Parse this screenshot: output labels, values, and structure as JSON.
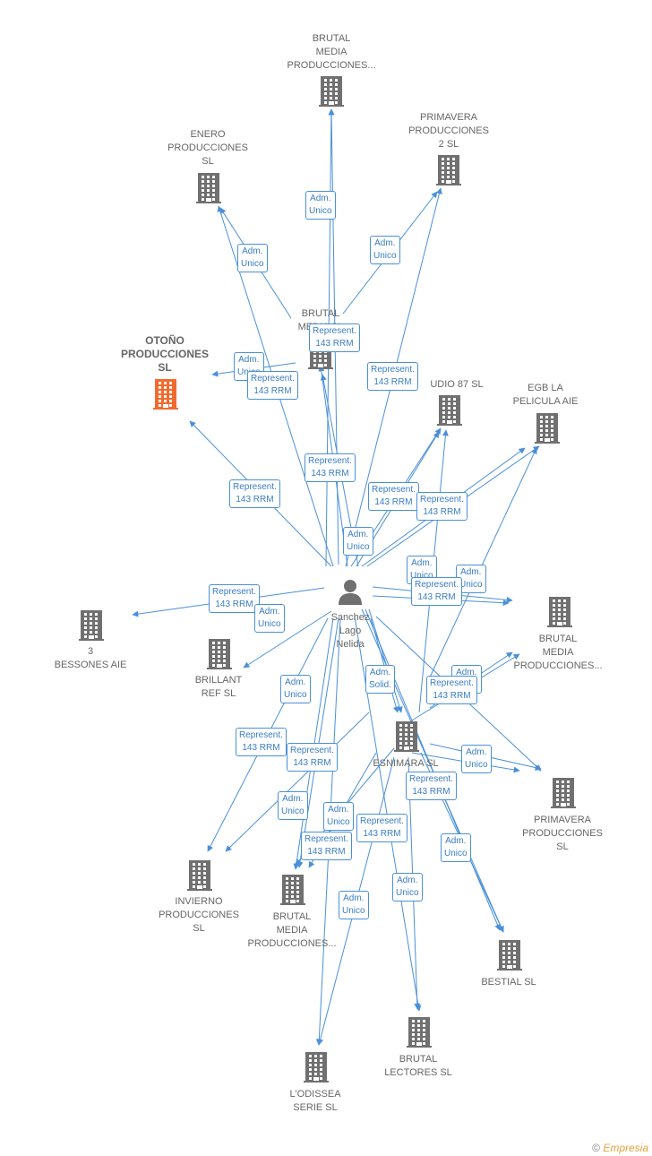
{
  "center": {
    "name": "Sanchez\nLago\nNelida"
  },
  "nodes": [
    {
      "id": "n1",
      "label": "BRUTAL\nMEDIA\nPRODUCCIONES...",
      "color": "gray"
    },
    {
      "id": "n2",
      "label": "PRIMAVERA\nPRODUCCIONES\n2  SL",
      "color": "gray"
    },
    {
      "id": "n3",
      "label": "ENERO\nPRODUCCIONES\nSL",
      "color": "gray"
    },
    {
      "id": "n4",
      "label": "BRUTAL\nMEDIA SL",
      "color": "gray"
    },
    {
      "id": "n5",
      "label": "OTOÑO\nPRODUCCIONES\nSL",
      "color": "#f26a2e"
    },
    {
      "id": "n6",
      "label": "UDIO 87 SL",
      "color": "gray"
    },
    {
      "id": "n7",
      "label": "EGB LA\nPELICULA  AIE",
      "color": "gray"
    },
    {
      "id": "n8",
      "label": "3\nBESSONES  AIE",
      "color": "gray"
    },
    {
      "id": "n9",
      "label": "BRILLANT\nREF  SL",
      "color": "gray"
    },
    {
      "id": "n10",
      "label": "BRUTAL\nMEDIA\nPRODUCCIONES...",
      "color": "gray"
    },
    {
      "id": "n11",
      "label": "ESNIMARA  SL",
      "color": "gray"
    },
    {
      "id": "n12",
      "label": "PRIMAVERA\nPRODUCCIONES\nSL",
      "color": "gray"
    },
    {
      "id": "n13",
      "label": "INVIERNO\nPRODUCCIONES\nSL",
      "color": "gray"
    },
    {
      "id": "n14",
      "label": "BRUTAL\nMEDIA\nPRODUCCIONES...",
      "color": "gray"
    },
    {
      "id": "n15",
      "label": "BESTIAL  SL",
      "color": "gray"
    },
    {
      "id": "n16",
      "label": "BRUTAL\nLECTORES  SL",
      "color": "gray"
    },
    {
      "id": "n17",
      "label": "L'ODISSEA\nSERIE  SL",
      "color": "gray"
    }
  ],
  "edge_labels": [
    "Adm.\nUnico",
    "Adm.\nUnico",
    "Adm.\nUnico",
    "Represent.\n143 RRM",
    "Adm.\nUnico",
    "Represent.\n143 RRM",
    "Represent.\n143 RRM",
    "Represent.\n143 RRM",
    "Represent.\n143 RRM",
    "Represent.\n143 RRM",
    "Represent.\n143 RRM",
    "Adm.\nUnico",
    "Adm.\nUnico",
    "Adm.\nUnico",
    "Represent.\n143 RRM",
    "Adm.\nUnico",
    "Represent.\n143 RRM",
    "Adm.\nUnico",
    "Adm.\nSolid.",
    "Adm.\nUnico",
    "Represent.\n143 RRM",
    "Represent.\n143 RRM",
    "Represent.\n143 RRM",
    "Adm.\nUnico",
    "Represent.\n143 RRM",
    "Adm.\nUnico",
    "Adm.\nUnico",
    "Represent.\n143 RRM",
    "Represent.\n143 RRM",
    "Adm.\nUnico",
    "Adm.\nUnico",
    "Adm.\nUnico"
  ],
  "footer": {
    "copyright": "©",
    "brand": "Empresia"
  },
  "colors": {
    "edge": "#4a90d9",
    "building": "#707070",
    "highlight": "#f26a2e",
    "person": "#707070"
  }
}
